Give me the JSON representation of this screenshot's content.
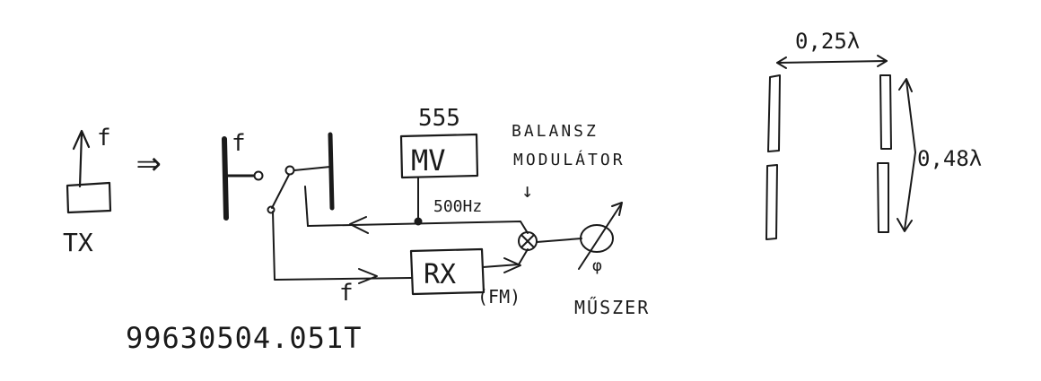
{
  "diagram": {
    "tx": {
      "label": "TX",
      "freq_label": "f"
    },
    "arrow_symbol": "⇒",
    "antenna": {
      "freq_label": "f"
    },
    "oscillator": {
      "chip": "555",
      "label": "MV",
      "freq": "500Hz"
    },
    "mixer": {
      "title_line1": "BALANSZ",
      "title_line2": "MODULÁTOR",
      "pointer": "↓"
    },
    "receiver": {
      "label": "RX",
      "mode": "(FM)",
      "freq_label": "f"
    },
    "meter": {
      "label": "MŰSZER",
      "symbol": "φ"
    },
    "serial": "99630504.051T",
    "dipole": {
      "spacing": "0,25λ",
      "height": "0,48λ"
    }
  }
}
